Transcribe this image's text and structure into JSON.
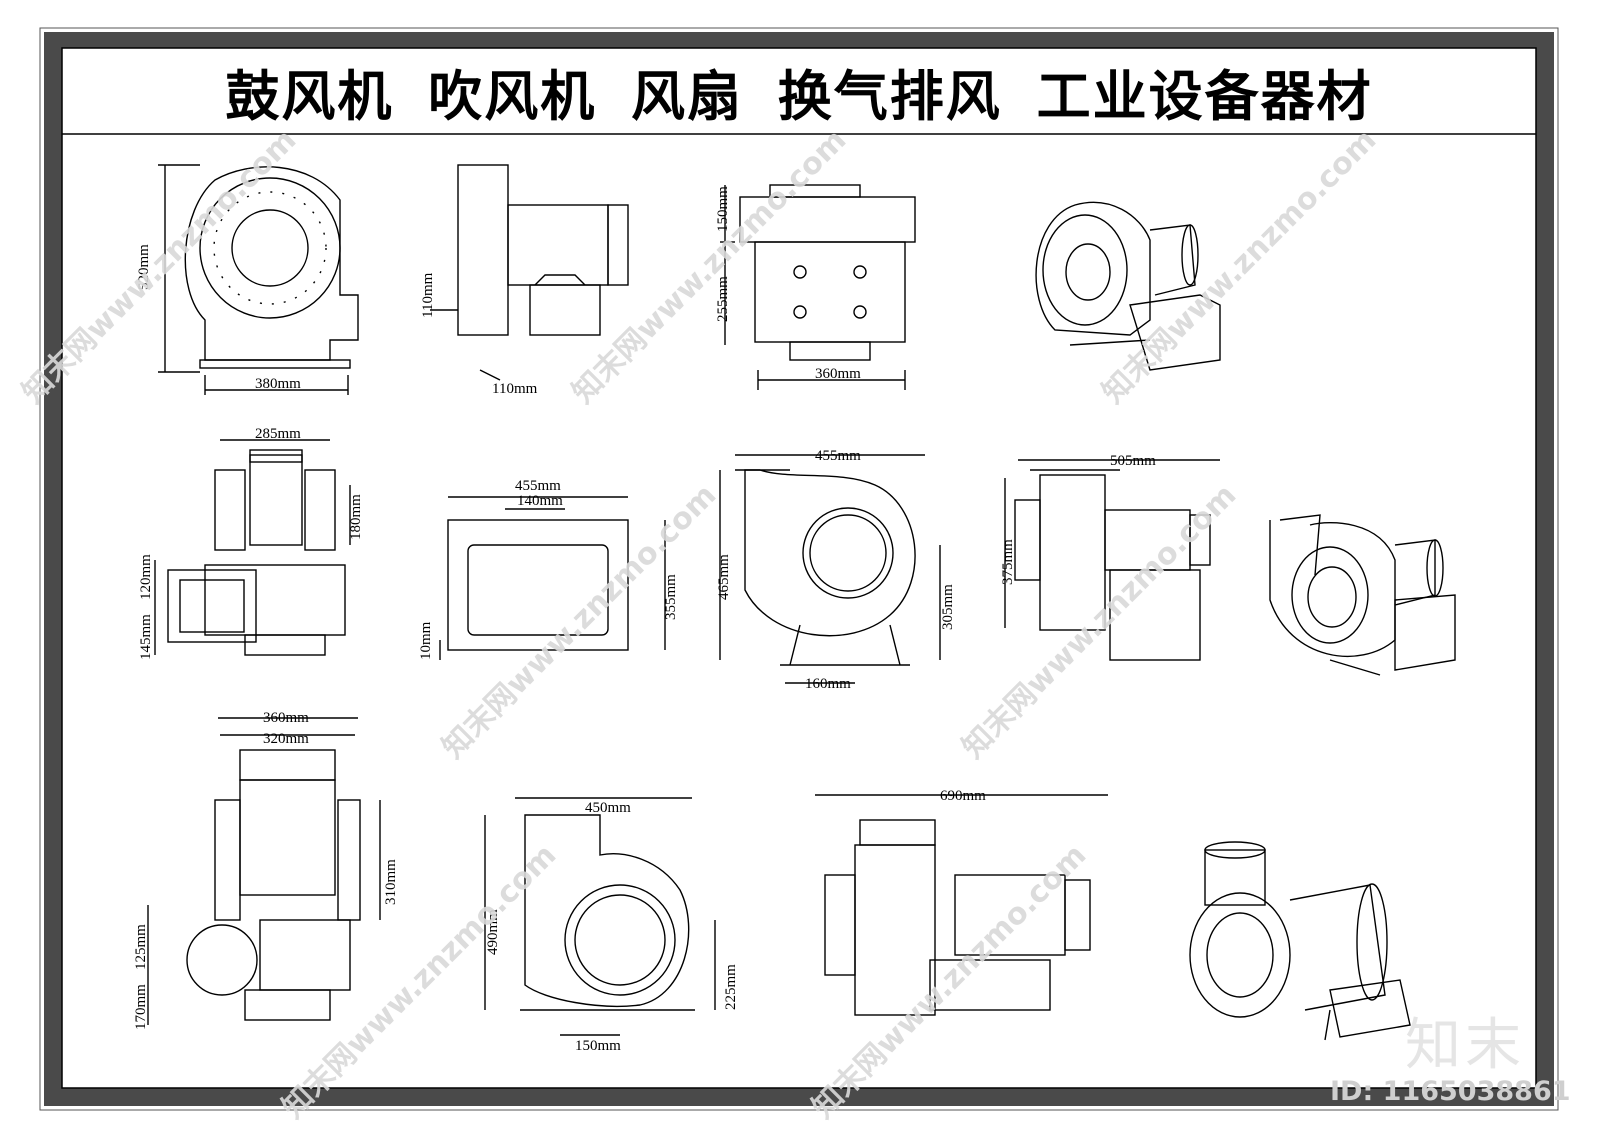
{
  "title": "鼓风机  吹风机  风扇  换气排风  工业设备器材",
  "watermark": "知末网www.znzmo.com",
  "logo": "知末",
  "image_id": "ID: 1165038861",
  "dims": {
    "d1_h": "520mm",
    "d1_w": "380mm",
    "d2_a": "110mm",
    "d2_b": "110mm",
    "d3_a": "150mm",
    "d3_b": "255mm",
    "d3_w": "360mm",
    "d5_w": "285mm",
    "d5_a": "180mm",
    "d5_b": "120mm",
    "d5_c": "145mm",
    "d6_w": "455mm",
    "d6_w2": "140mm",
    "d6_h": "355mm",
    "d6_b": "10mm",
    "d7_w": "455mm",
    "d7_h": "465mm",
    "d7_b": "305mm",
    "d7_c": "160mm",
    "d8_w": "505mm",
    "d8_h": "375mm",
    "d10_w": "360mm",
    "d10_w2": "320mm",
    "d10_h": "310mm",
    "d10_a": "125mm",
    "d10_b": "170mm",
    "d11_w": "450mm",
    "d11_h": "490mm",
    "d11_b": "225mm",
    "d11_c": "150mm",
    "d12_w": "690mm"
  }
}
